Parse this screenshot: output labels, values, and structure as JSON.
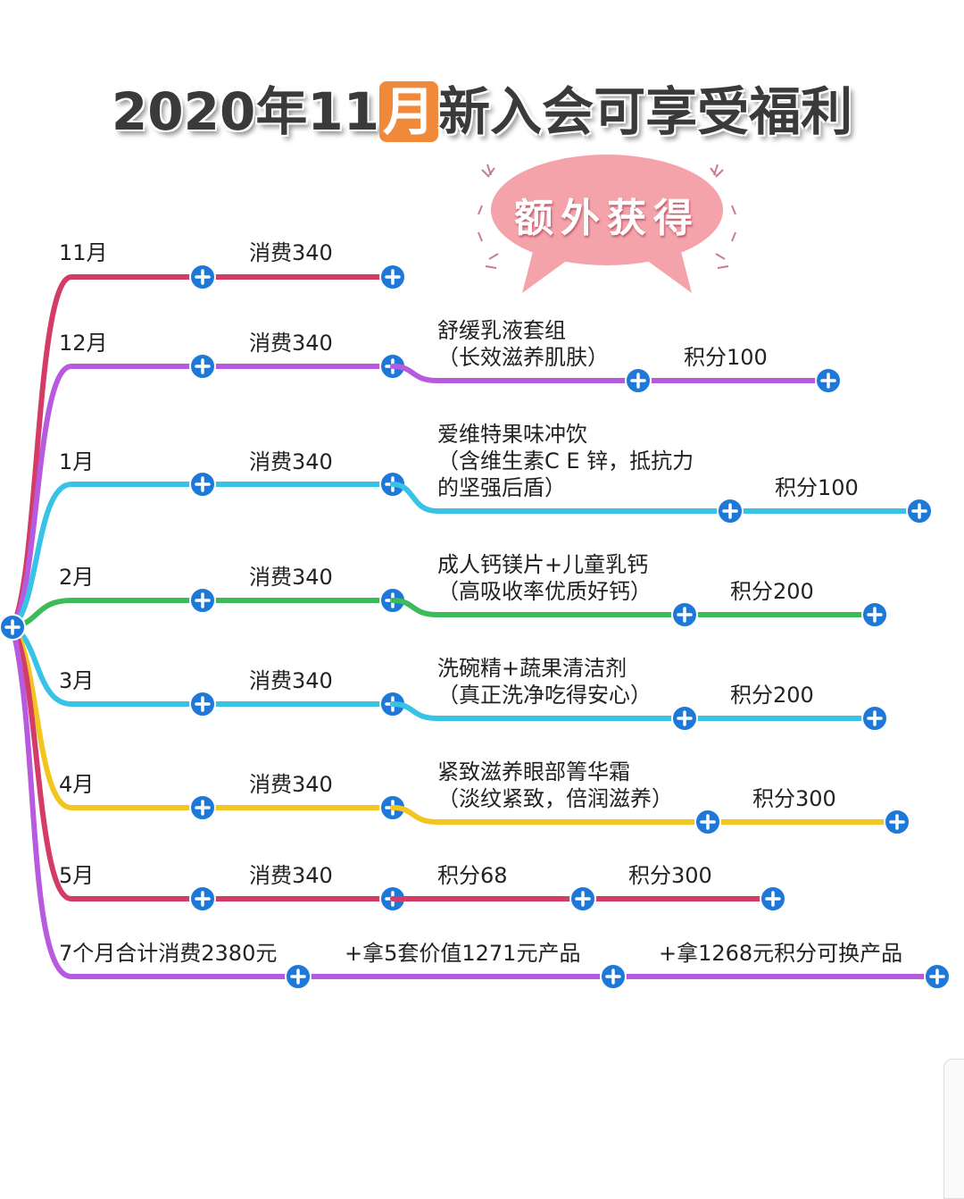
{
  "title": {
    "before": "2020年11",
    "highlight": "月",
    "after": "新入会可享受福利",
    "highlight_color": "#f08a3a"
  },
  "badge": {
    "text": "额外获得",
    "color": "#f4a3ab"
  },
  "colors": {
    "node": "#1e78d8",
    "crimson": "#d23c66",
    "purple": "#b85ae0",
    "cyan": "#38c3e6",
    "green": "#3dbb5a",
    "yellow": "#f2c61f"
  },
  "rows": [
    {
      "month": "11月",
      "spend": "消费340",
      "reward": "",
      "points": ""
    },
    {
      "month": "12月",
      "spend": "消费340",
      "reward": "舒缓乳液套组\n（长效滋养肌肤）",
      "points": "积分100"
    },
    {
      "month": "1月",
      "spend": "消费340",
      "reward": "爱维特果味冲饮\n（含维生素C E 锌，抵抗力\n的坚强后盾）",
      "points": "积分100"
    },
    {
      "month": "2月",
      "spend": "消费340",
      "reward": "成人钙镁片+儿童乳钙\n（高吸收率优质好钙）",
      "points": "积分200"
    },
    {
      "month": "3月",
      "spend": "消费340",
      "reward": "洗碗精+蔬果清洁剂\n（真正洗净吃得安心）",
      "points": "积分200"
    },
    {
      "month": "4月",
      "spend": "消费340",
      "reward": "紧致滋养眼部箐华霜\n（淡纹紧致，倍润滋养）",
      "points": "积分300"
    },
    {
      "month": "5月",
      "spend": "消费340",
      "reward": "积分68",
      "points": "积分300"
    }
  ],
  "summary": {
    "total": "7个月合计消费2380元",
    "products": "拿5套价值1271元产品",
    "points": "拿1268元积分可换产品"
  }
}
